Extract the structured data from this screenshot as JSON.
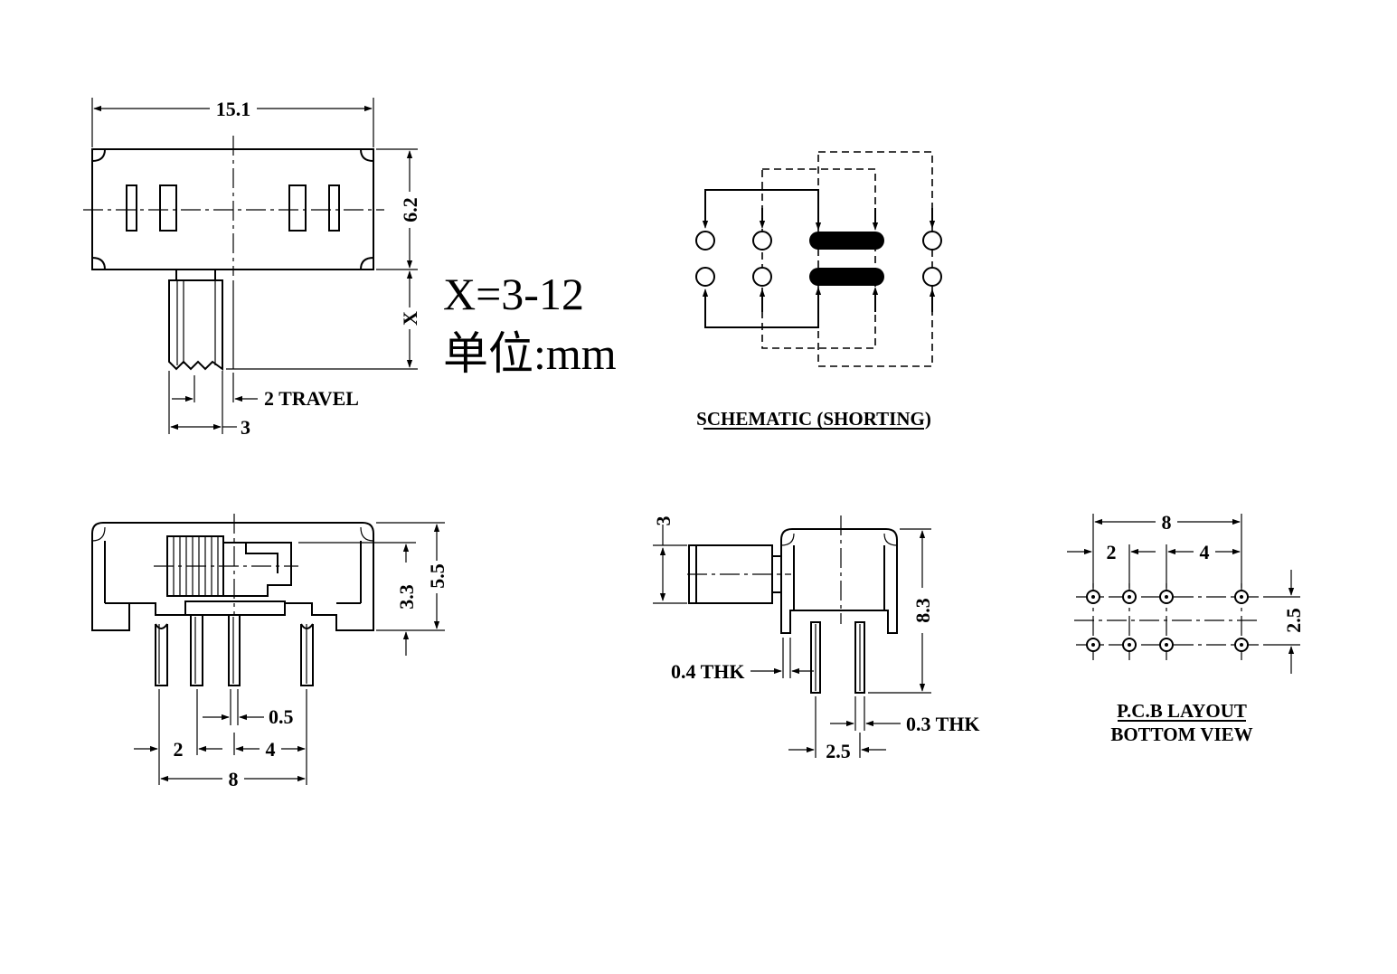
{
  "top_view": {
    "width_dim": "15.1",
    "height_dim": "6.2",
    "x_dim": "X",
    "travel_label": "2 TRAVEL",
    "knob_dim": "3"
  },
  "spec": {
    "x_range": "X=3-12",
    "unit": "单位:mm"
  },
  "schematic": {
    "caption": "SCHEMATIC (SHORTING)"
  },
  "front_view": {
    "pitch_small": "2",
    "pitch_large": "4",
    "pin_width": "0.5",
    "overall": "8",
    "inner_height": "3.3",
    "outer_height": "5.5"
  },
  "side_view": {
    "knob_dim": "3",
    "height_dim": "8.3",
    "thk_left": "0.4 THK",
    "thk_right": "0.3 THK",
    "pitch": "2.5"
  },
  "pcb_layout": {
    "overall": "8",
    "pitch_small": "2",
    "pitch_large": "4",
    "row_pitch": "2.5",
    "caption_line1": "P.C.B LAYOUT",
    "caption_line2": "BOTTOM VIEW"
  }
}
